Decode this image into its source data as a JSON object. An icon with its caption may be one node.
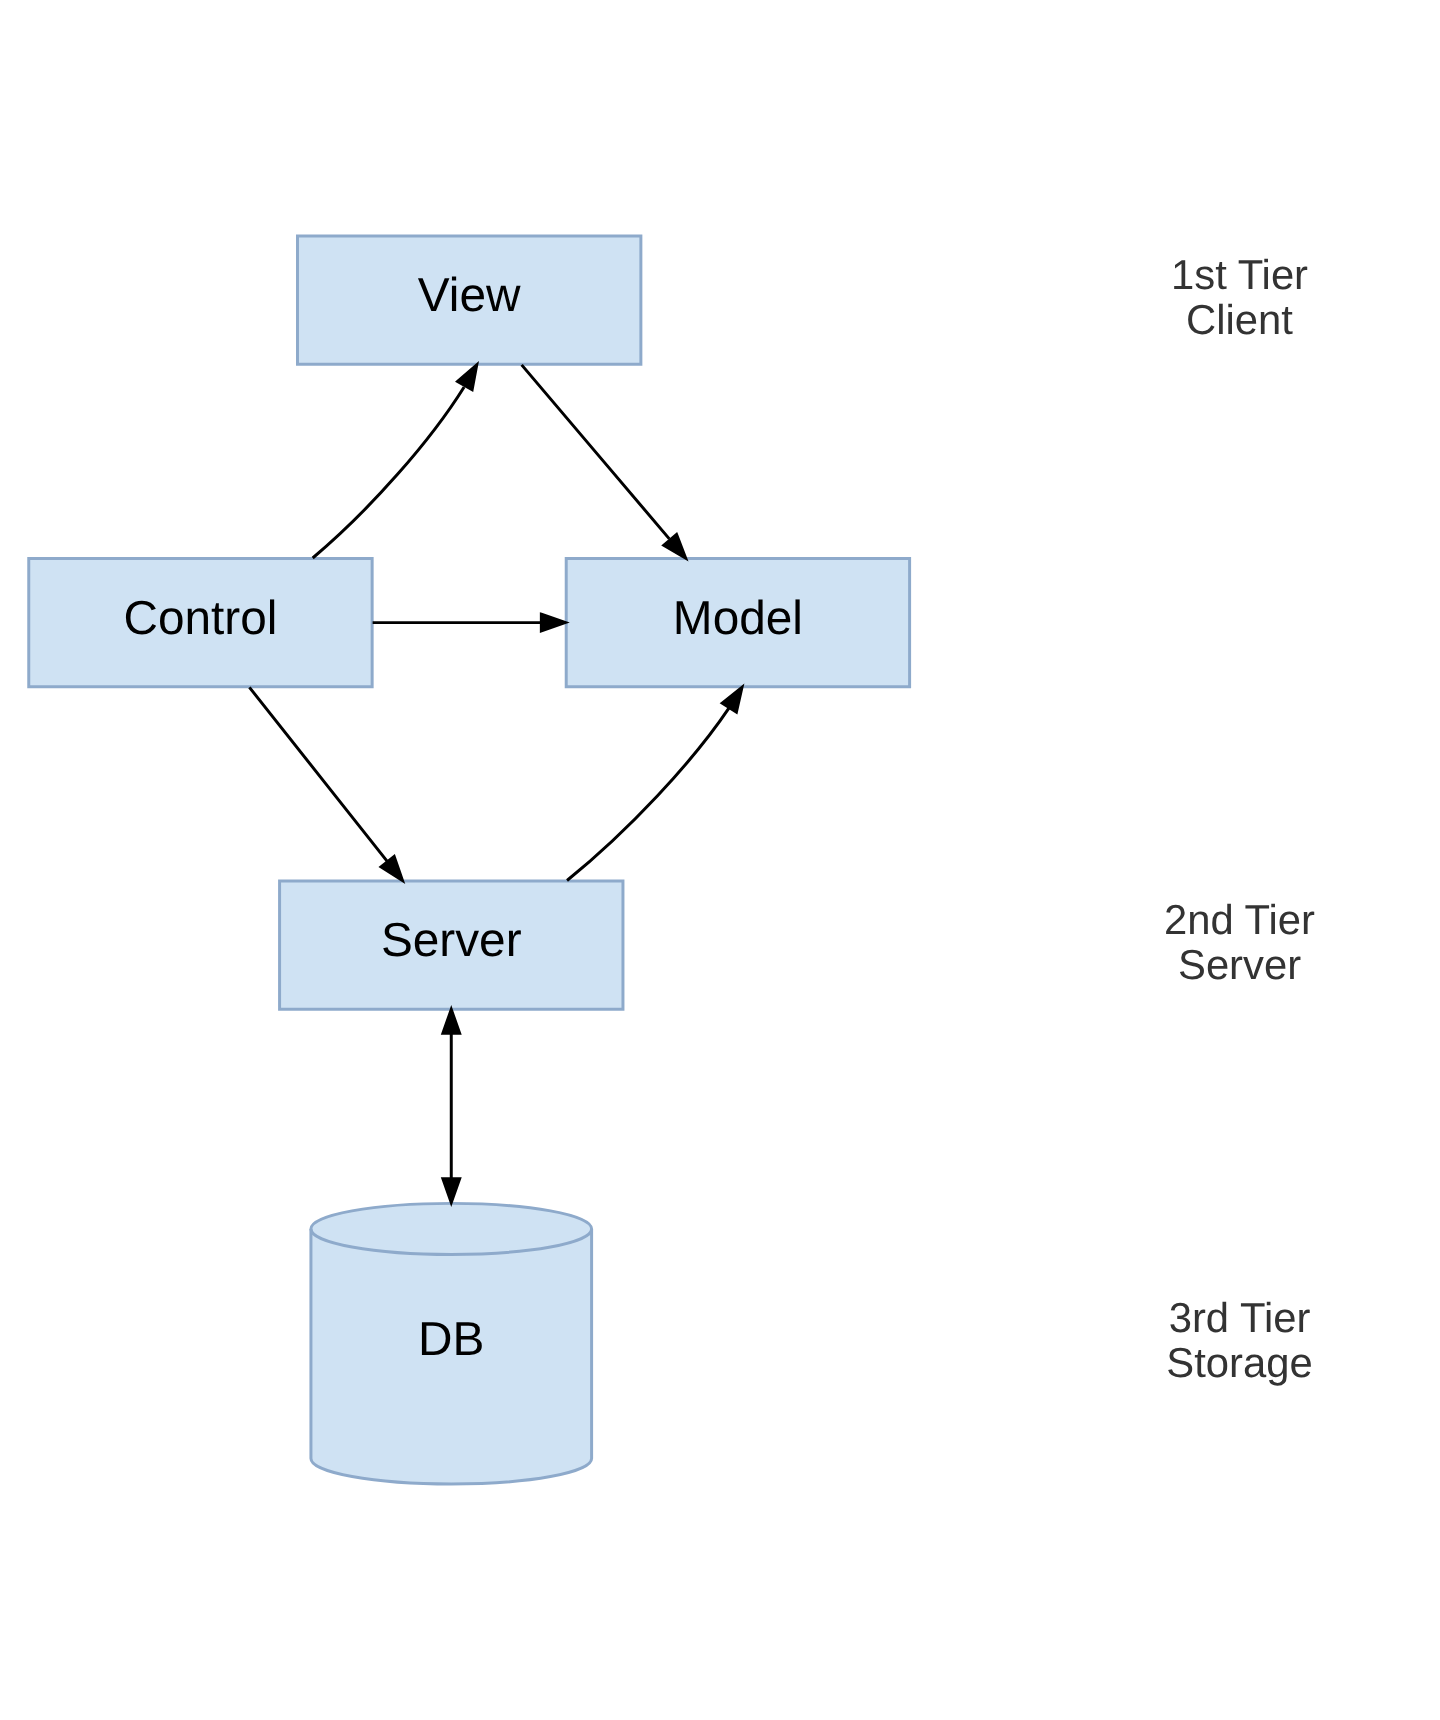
{
  "diagram": {
    "nodes": [
      {
        "text": [
          "View"
        ]
      },
      {
        "text": [
          "Model"
        ]
      },
      {
        "text": [
          "Control"
        ]
      },
      {
        "text": [
          "Server"
        ]
      },
      {
        "text": [
          "DB"
        ]
      }
    ],
    "edges": [
      {
        "from": 2,
        "to": 0,
        "arrow": "to"
      },
      {
        "from": 0,
        "to": 1,
        "arrow": "to"
      },
      {
        "from": 2,
        "to": 1,
        "arrow": "to"
      },
      {
        "from": 3,
        "to": 1,
        "arrow": "to"
      },
      {
        "from": 2,
        "to": 3,
        "arrow": "to"
      },
      {
        "from": 3,
        "to": 4,
        "arrow": "both"
      }
    ],
    "labels": [
      "1st Tier",
      "Client",
      "2nd Tier",
      "Server",
      "3rd Tier",
      "Storage"
    ]
  }
}
